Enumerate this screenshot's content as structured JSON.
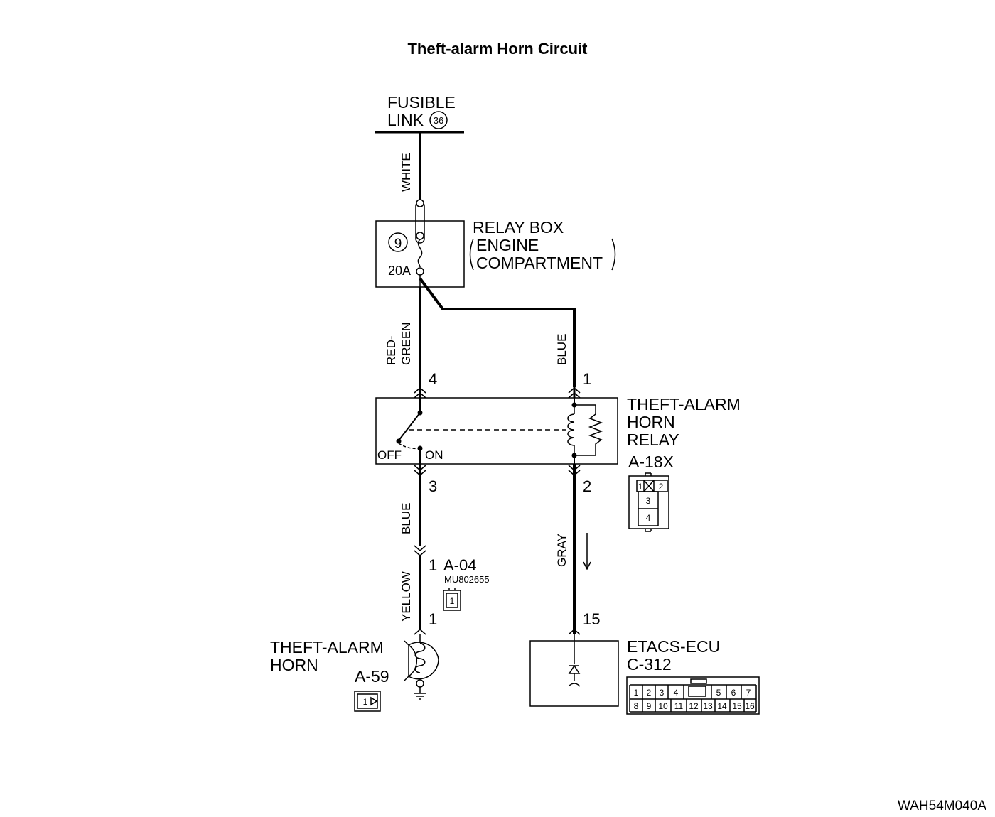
{
  "title": "Theft-alarm Horn Circuit",
  "fusible_link": {
    "line1": "FUSIBLE",
    "line2": "LINK",
    "number": "36"
  },
  "wires": {
    "white": "WHITE",
    "red_green_1": "RED-",
    "red_green_2": "GREEN",
    "blue_upper": "BLUE",
    "blue_lower": "BLUE",
    "gray": "GRAY",
    "yellow": "YELLOW"
  },
  "relay_box": {
    "line1": "RELAY BOX",
    "line2": "ENGINE",
    "line3": "COMPARTMENT",
    "fuse_number": "9",
    "fuse_rating": "20A"
  },
  "horn_relay": {
    "line1": "THEFT-ALARM",
    "line2": "HORN",
    "line3": "RELAY",
    "connector": "A-18X",
    "off_label": "OFF",
    "on_label": "ON",
    "pins": {
      "p4": "4",
      "p1": "1",
      "p3": "3",
      "p2": "2"
    },
    "connector_cells": [
      "1",
      "2",
      "3",
      "4"
    ]
  },
  "junction": {
    "connector": "A-04",
    "part_number": "MU802655",
    "pin_upper": "1",
    "pin_lower": "1",
    "cell": "1"
  },
  "horn": {
    "line1": "THEFT-ALARM",
    "line2": "HORN",
    "connector": "A-59",
    "cell": "1"
  },
  "etacs": {
    "line1": "ETACS-ECU",
    "connector": "C-312",
    "pin": "15",
    "top_row": [
      "1",
      "2",
      "3",
      "4",
      "5",
      "6",
      "7"
    ],
    "bottom_row": [
      "8",
      "9",
      "10",
      "11",
      "12",
      "13",
      "14",
      "15",
      "16"
    ]
  },
  "figure_code": "WAH54M040A"
}
